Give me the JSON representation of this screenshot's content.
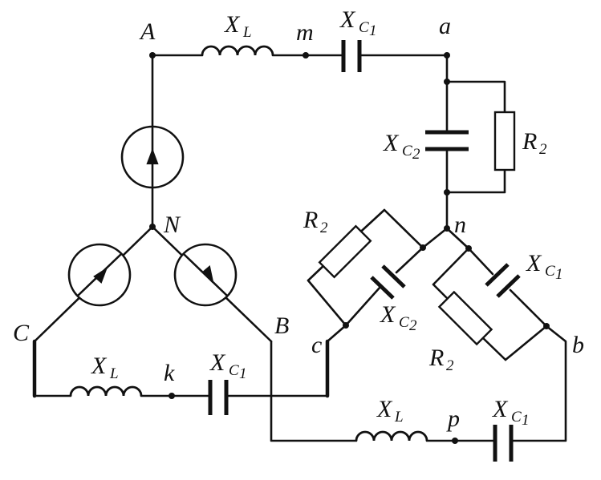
{
  "labels": {
    "node_A": "A",
    "node_B": "B",
    "node_C": "C",
    "node_N": "N",
    "node_a": "a",
    "node_b": "b",
    "node_c": "c",
    "node_n": "n",
    "node_m": "m",
    "node_k": "k",
    "node_p": "p",
    "xl_main": "X",
    "xl_sub": "L",
    "xc_main": "X",
    "xc1_sub": "C",
    "xc1_idx": "1",
    "xc2_sub": "C",
    "xc2_idx": "2",
    "r_main": "R",
    "r_idx": "2"
  }
}
